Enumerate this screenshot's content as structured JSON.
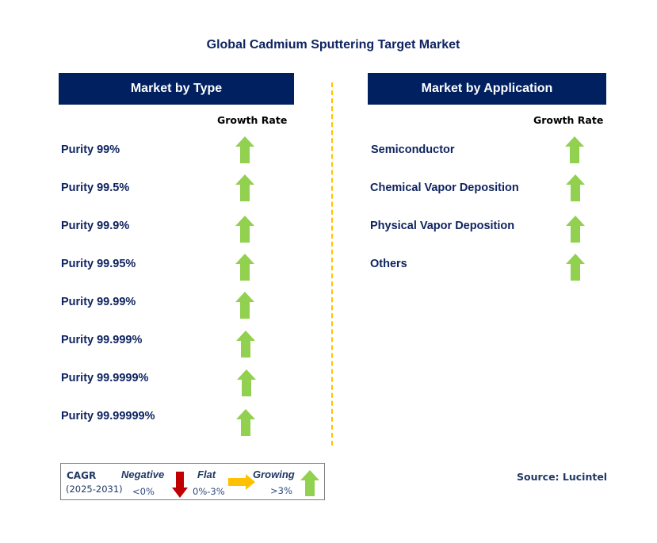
{
  "title": "Global Cadmium Sputtering Target Market",
  "colors": {
    "header_bg": "#002060",
    "text_navy": "#0f2461",
    "growing": "#92D050",
    "flat": "#FFC000",
    "negative": "#C00000",
    "divider": "#FFC000"
  },
  "left_panel": {
    "header": "Market by Type",
    "growth_label": "Growth Rate",
    "items": [
      {
        "label": "Purity 99%",
        "trend": "growing",
        "icon": "up-arrow-icon"
      },
      {
        "label": "Purity 99.5%",
        "trend": "growing",
        "icon": "up-arrow-icon"
      },
      {
        "label": "Purity 99.9%",
        "trend": "growing",
        "icon": "up-arrow-icon"
      },
      {
        "label": "Purity 99.95%",
        "trend": "growing",
        "icon": "up-arrow-icon"
      },
      {
        "label": "Purity 99.99%",
        "trend": "growing",
        "icon": "up-arrow-icon"
      },
      {
        "label": "Purity 99.999%",
        "trend": "growing",
        "icon": "up-arrow-icon"
      },
      {
        "label": "Purity 99.9999%",
        "trend": "growing",
        "icon": "up-arrow-icon"
      },
      {
        "label": "Purity 99.99999%",
        "trend": "growing",
        "icon": "up-arrow-icon"
      }
    ]
  },
  "right_panel": {
    "header": "Market by Application",
    "growth_label": "Growth Rate",
    "items": [
      {
        "label": "Semiconductor",
        "trend": "growing",
        "icon": "up-arrow-icon"
      },
      {
        "label": "Chemical Vapor Deposition",
        "trend": "growing",
        "icon": "up-arrow-icon"
      },
      {
        "label": "Physical Vapor Deposition",
        "trend": "growing",
        "icon": "up-arrow-icon"
      },
      {
        "label": "Others",
        "trend": "growing",
        "icon": "up-arrow-icon"
      }
    ]
  },
  "legend": {
    "cagr_label": "CAGR",
    "period": "(2025-2031)",
    "negative": {
      "label": "Negative",
      "range": "<0%",
      "icon": "down-arrow-icon"
    },
    "flat": {
      "label": "Flat",
      "range": "0%-3%",
      "icon": "right-arrow-icon"
    },
    "growing": {
      "label": "Growing",
      "range": ">3%",
      "icon": "up-arrow-icon"
    }
  },
  "source": "Source: Lucintel"
}
